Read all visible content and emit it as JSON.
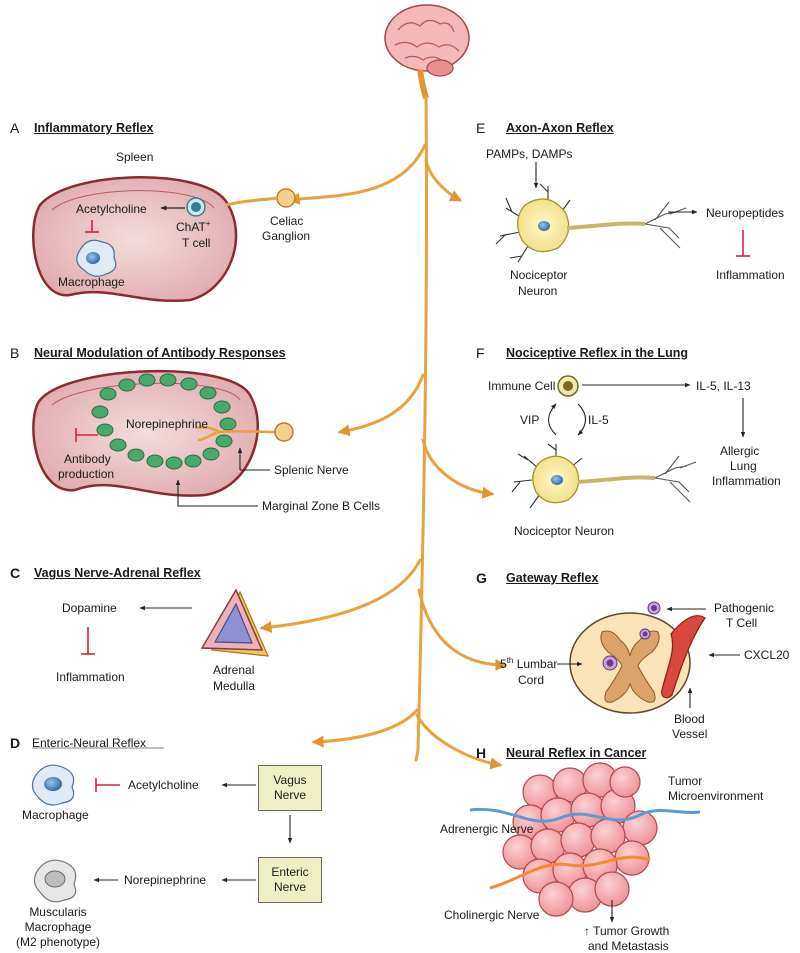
{
  "panels": {
    "a": {
      "letter": "A",
      "title": "Inflammatory Reflex",
      "organ": "Spleen",
      "acetylcholine": "Acetylcholine",
      "chat": "ChAT",
      "chat_sup": "+",
      "tcell": "T cell",
      "macrophage": "Macrophage",
      "celiac1": "Celiac",
      "celiac2": "Ganglion"
    },
    "b": {
      "letter": "B",
      "title": "Neural Modulation of Antibody Responses",
      "norepinephrine": "Norepinephrine",
      "antibody1": "Antibody",
      "antibody2": "production",
      "splenic": "Splenic Nerve",
      "marginal": "Marginal Zone B Cells"
    },
    "c": {
      "letter": "C",
      "title": "Vagus Nerve-Adrenal Reflex",
      "dopamine": "Dopamine",
      "inflammation": "Inflammation",
      "adrenal1": "Adrenal",
      "adrenal2": "Medulla"
    },
    "d": {
      "letter": "D",
      "title": "Enteric-Neural Reflex",
      "macrophage": "Macrophage",
      "acetylcholine": "Acetylcholine",
      "vagus1": "Vagus",
      "vagus2": "Nerve",
      "enteric1": "Enteric",
      "enteric2": "Nerve",
      "norepinephrine": "Norepinephrine",
      "muscularis1": "Muscularis",
      "muscularis2": "Macrophage",
      "muscularis3": "(M2 phenotype)"
    },
    "e": {
      "letter": "E",
      "title": "Axon-Axon Reflex",
      "pamps": "PAMPs, DAMPs",
      "neuropeptides": "Neuropeptides",
      "inflammation": "Inflammation",
      "nociceptor1": "Nociceptor",
      "nociceptor2": "Neuron"
    },
    "f": {
      "letter": "F",
      "title": "Nociceptive Reflex in the Lung",
      "immune": "Immune Cell",
      "il": "IL-5, IL-13",
      "vip": "VIP",
      "il5": "IL-5",
      "allergic1": "Allergic",
      "allergic2": "Lung",
      "allergic3": "Inflammation",
      "nociceptor": "Nociceptor Neuron"
    },
    "g": {
      "letter": "G",
      "title": "Gateway Reflex",
      "pathogenic1": "Pathogenic",
      "pathogenic2": "T Cell",
      "cxcl": "CXCL20",
      "lumbar_pre": "5",
      "lumbar_sup": "th",
      "lumbar_post": " Lumbar",
      "cord": "Cord",
      "blood1": "Blood",
      "blood2": "Vessel"
    },
    "h": {
      "letter": "H",
      "title": "Neural Reflex in Cancer",
      "tumor1": "Tumor",
      "tumor2": "Microenvironment",
      "adrenergic": "Adrenergic Nerve",
      "cholinergic": "Cholinergic Nerve",
      "growth1": "↑ Tumor Growth",
      "growth2": "and Metastasis"
    }
  },
  "colors": {
    "nerve": "#e8a13c",
    "spleen": "#e9c3c6",
    "spleen_edge": "#8a2b2f",
    "inhibit": "#d9223b",
    "bcell": "#49a86b",
    "box": "#efefc6",
    "tumor": "#f19ea3",
    "adrenergic": "#5b9bd5",
    "cholinergic": "#f28b30"
  }
}
